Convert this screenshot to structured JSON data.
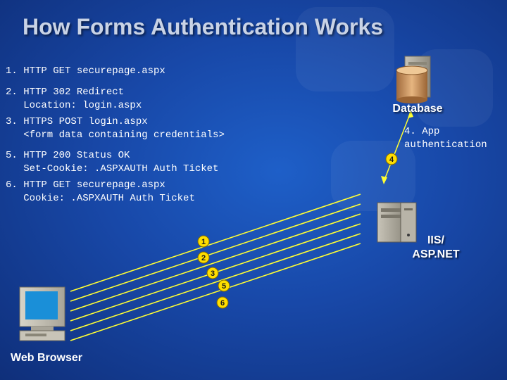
{
  "title": "How Forms Authentication Works",
  "steps": [
    "1. HTTP GET securepage.aspx",
    "2. HTTP 302 Redirect",
    "   Location: login.aspx",
    "3. HTTPS POST login.aspx",
    "   <form data containing credentials>",
    "5. HTTP 200 Status OK",
    "   Set-Cookie: .ASPXAUTH Auth Ticket",
    "6. HTTP GET securepage.aspx",
    "   Cookie: .ASPXAUTH Auth Ticket"
  ],
  "nodes": {
    "database": "Database",
    "server_line1": "IIS/",
    "server_line2": "ASP.NET",
    "browser": "Web Browser"
  },
  "app_auth_note": {
    "line1": "4. App",
    "line2": "authentication"
  },
  "badges": {
    "b1": "1",
    "b2": "2",
    "b3": "3",
    "b4": "4",
    "b5": "5",
    "b6": "6"
  },
  "colors": {
    "background": "#1848a8",
    "arrow": "#ffff33",
    "badge": "#ffde00",
    "title": "#c9d3e6"
  }
}
